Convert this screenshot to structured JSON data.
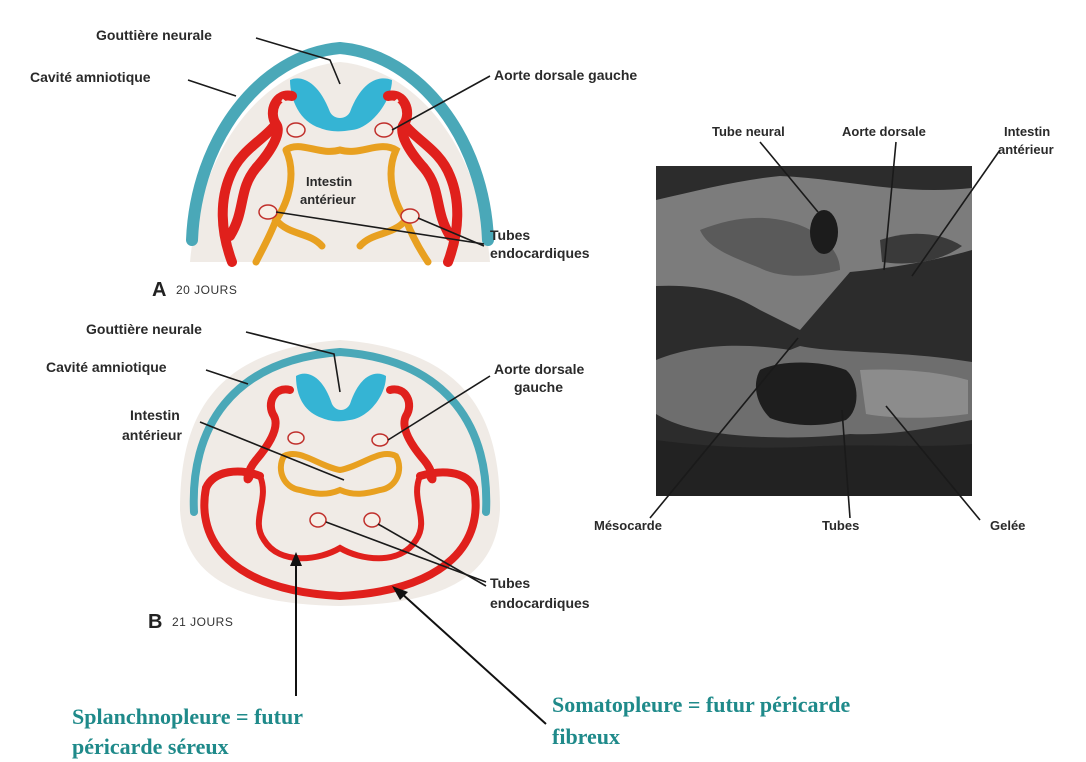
{
  "diagram_a": {
    "letter": "A",
    "days": "20 JOURS",
    "labels": {
      "gouttiere": "Gouttière neurale",
      "cavite": "Cavité amniotique",
      "aorte": "Aorte dorsale gauche",
      "intestin_1": "Intestin",
      "intestin_2": "antérieur",
      "tubes_1": "Tubes",
      "tubes_2": "endocardiques"
    }
  },
  "diagram_b": {
    "letter": "B",
    "days": "21 JOURS",
    "labels": {
      "gouttiere": "Gouttière neurale",
      "cavite": "Cavité amniotique",
      "aorte_1": "Aorte dorsale",
      "aorte_2": "gauche",
      "intestin_1": "Intestin",
      "intestin_2": "antérieur",
      "tubes_1": "Tubes",
      "tubes_2": "endocardiques"
    }
  },
  "photo": {
    "labels": {
      "tube_neural": "Tube neural",
      "aorte_dorsale": "Aorte dorsale",
      "intestin_1": "Intestin",
      "intestin_2": "antérieur",
      "mesocarde": "Mésocarde",
      "tubes": "Tubes",
      "gelee": "Gelée"
    }
  },
  "footer": {
    "splanch_1": "Splanchnopleure = futur",
    "splanch_2": "péricarde séreux",
    "somato_1": "Somatopleure = futur péricarde",
    "somato_2": "fibreux"
  },
  "colors": {
    "amnion": "#4aa8b8",
    "neural": "#35b4d4",
    "vessel_red": "#e0201c",
    "endoderm": "#e8a020",
    "footer_text": "#1f8a8a"
  }
}
